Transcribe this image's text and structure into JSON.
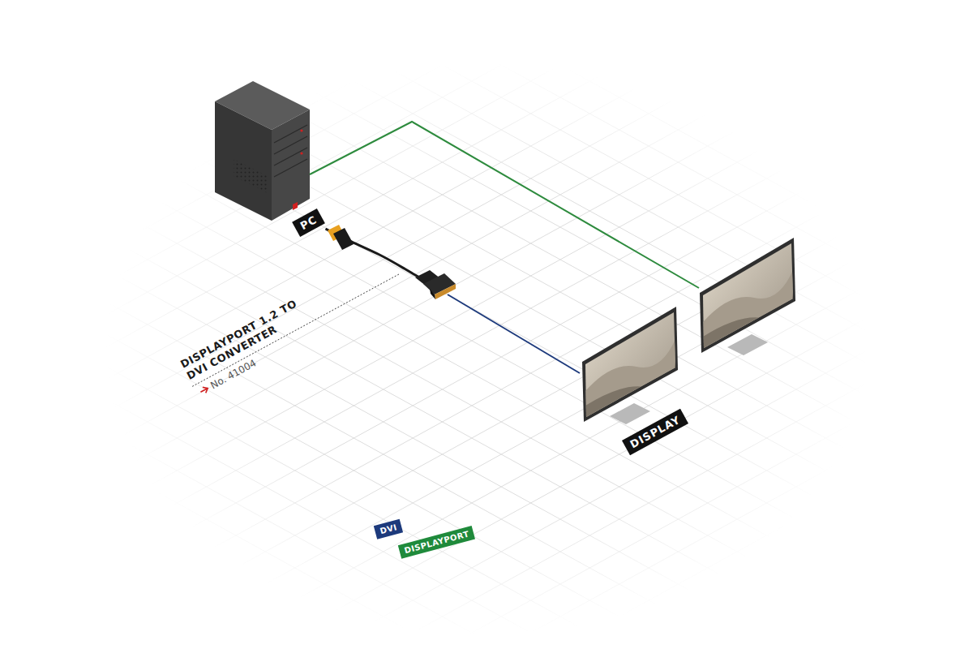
{
  "diagram": {
    "nodes": [
      {
        "text": [
          "PC"
        ]
      },
      {
        "text": [
          "DISPLAY"
        ]
      }
    ],
    "edges": [
      {
        "from": 0,
        "to": 1,
        "arrow": "none"
      }
    ],
    "labels": [
      "DISPLAYPORT 1.2 TO DVI CONVERTER",
      "No. 41004"
    ],
    "legend": [
      {
        "text": "DVI",
        "color": "#1d3a7c"
      },
      {
        "text": "DISPLAYPORT",
        "color": "#1f8a3b"
      }
    ]
  }
}
